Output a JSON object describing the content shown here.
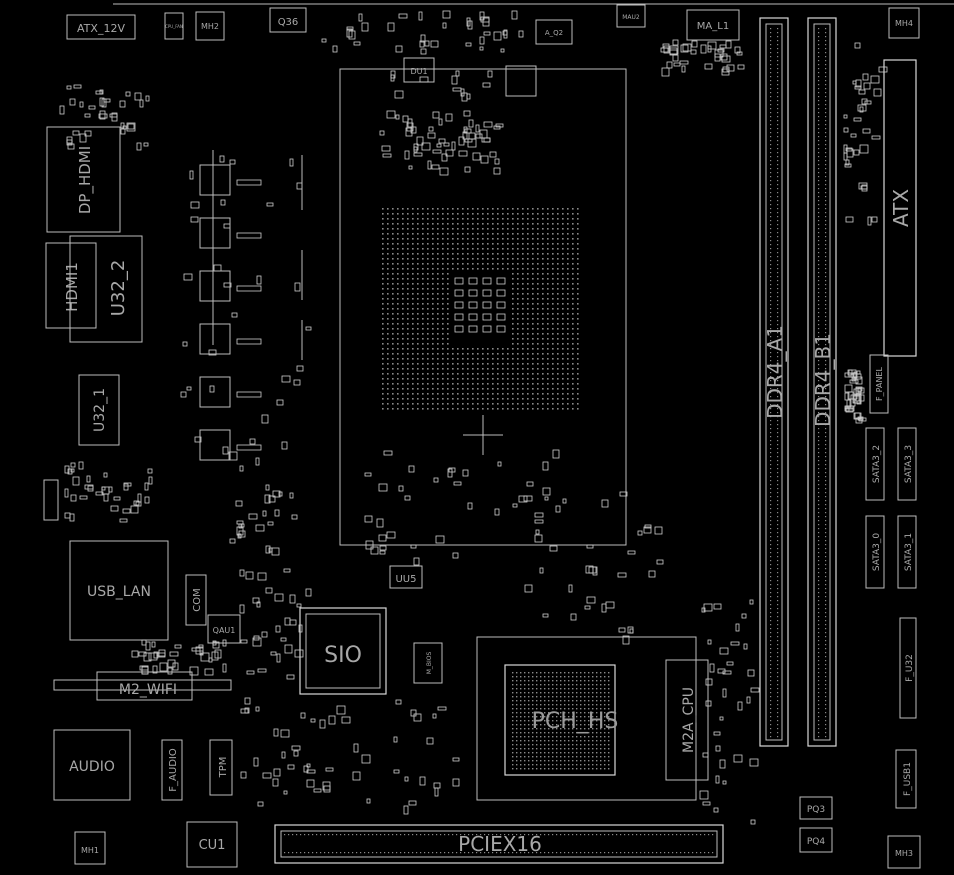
{
  "labels": {
    "atx12v": "ATX_12V",
    "cpufan": "CPU_FAN",
    "mh2": "MH2",
    "q36": "Q36",
    "mau2": "MAU2",
    "mal1": "MA_L1",
    "mh4": "MH4",
    "du1": "DU1",
    "a_q2": "A_Q2",
    "dphdmi": "DP_HDMI",
    "hdmi1": "HDMI1",
    "u32_2": "U32_2",
    "u32_1": "U32_1",
    "atx": "ATX",
    "ddr4a1": "DDR4_A1",
    "ddr4b1": "DDR4_B1",
    "fpanel": "F_PANEL",
    "sata32": "SATA3_2",
    "sata33": "SATA3_3",
    "sata30": "SATA3_0",
    "sata31": "SATA3_1",
    "usblan": "USB_LAN",
    "com": "COM",
    "qau1": "QAU1",
    "sio": "SIO",
    "uu5": "UU5",
    "mbios": "M_BIOS",
    "m2wifi": "M2_WIFI",
    "pchhs": "PCH_HS",
    "m2acpu": "M2A_CPU",
    "fu32": "F_U32",
    "audio": "AUDIO",
    "faudio": "F_AUDIO",
    "tpm": "TPM",
    "fusb1": "F_USB1",
    "pq3": "PQ3",
    "pq4": "PQ4",
    "mh1": "MH1",
    "cu1": "CU1",
    "pciex16": "PCIEX16",
    "mh3": "MH3"
  }
}
